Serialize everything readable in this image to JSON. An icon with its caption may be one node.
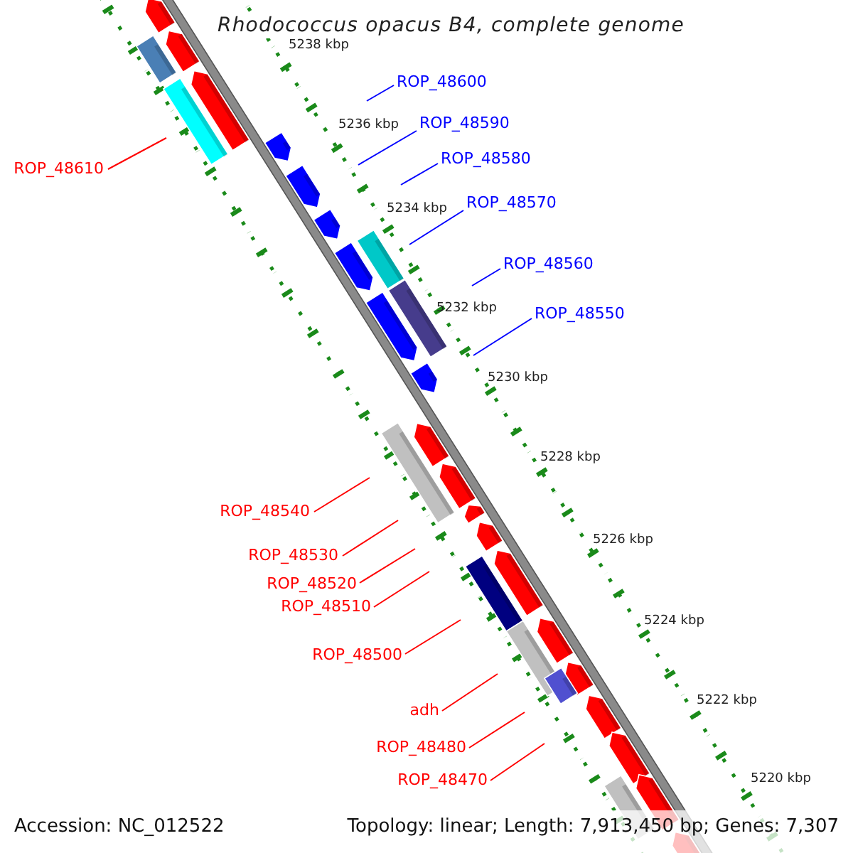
{
  "diagram": {
    "title": "Rhodococcus opacus B4, complete genome",
    "nodes": [
      {
        "text": [
          "ROP_48600"
        ]
      },
      {
        "text": [
          "ROP_48590"
        ]
      },
      {
        "text": [
          "ROP_48580"
        ]
      },
      {
        "text": [
          "ROP_48610"
        ]
      },
      {
        "text": [
          "ROP_48570"
        ]
      },
      {
        "text": [
          "ROP_48560"
        ]
      },
      {
        "text": [
          "ROP_48550"
        ]
      },
      {
        "text": [
          "ROP_48540"
        ]
      },
      {
        "text": [
          "ROP_48530"
        ]
      },
      {
        "text": [
          "ROP_48520"
        ]
      },
      {
        "text": [
          "ROP_48510"
        ]
      },
      {
        "text": [
          "ROP_48500"
        ]
      },
      {
        "text": [
          "adh"
        ]
      },
      {
        "text": [
          "ROP_48480"
        ]
      },
      {
        "text": [
          "ROP_48470"
        ]
      }
    ],
    "edges": [
      {
        "from": 0,
        "to": null,
        "arrow": "none",
        "color": "#0000ff"
      },
      {
        "from": 1,
        "to": null,
        "arrow": "none",
        "color": "#0000ff"
      },
      {
        "from": 2,
        "to": null,
        "arrow": "none",
        "color": "#0000ff"
      },
      {
        "from": 3,
        "to": null,
        "arrow": "none",
        "color": "#ff0000"
      },
      {
        "from": 4,
        "to": null,
        "arrow": "none",
        "color": "#0000ff"
      },
      {
        "from": 5,
        "to": null,
        "arrow": "none",
        "color": "#0000ff"
      },
      {
        "from": 6,
        "to": null,
        "arrow": "none",
        "color": "#0000ff"
      },
      {
        "from": 7,
        "to": null,
        "arrow": "none",
        "color": "#ff0000"
      },
      {
        "from": 8,
        "to": null,
        "arrow": "none",
        "color": "#ff0000"
      },
      {
        "from": 9,
        "to": null,
        "arrow": "none",
        "color": "#ff0000"
      },
      {
        "from": 10,
        "to": null,
        "arrow": "none",
        "color": "#ff0000"
      },
      {
        "from": 11,
        "to": null,
        "arrow": "none",
        "color": "#ff0000"
      },
      {
        "from": 12,
        "to": null,
        "arrow": "none",
        "color": "#ff0000"
      },
      {
        "from": 13,
        "to": null,
        "arrow": "none",
        "color": "#ff0000"
      },
      {
        "from": 14,
        "to": null,
        "arrow": "none",
        "color": "#ff0000"
      }
    ],
    "labels": [
      "5238 kbp",
      "5236 kbp",
      "5234 kbp",
      "5232 kbp",
      "5230 kbp",
      "5228 kbp",
      "5226 kbp",
      "5224 kbp",
      "5222 kbp",
      "5220 kbp",
      "Accession: NC_012522",
      "Topology: linear; Length: 7,913,450 bp; Genes: 7,307"
    ]
  }
}
